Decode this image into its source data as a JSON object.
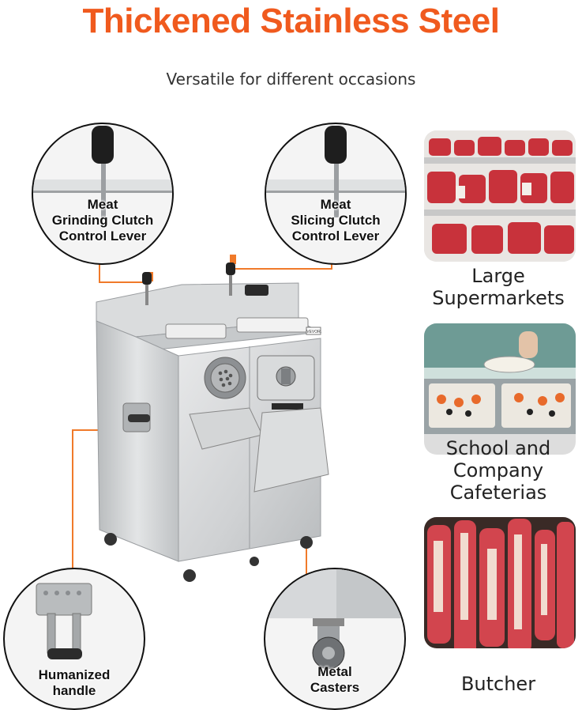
{
  "header": {
    "title": "Thickened Stainless Steel",
    "subtitle": "Versatile for different occasions"
  },
  "callouts": {
    "grinding_lever": {
      "line1": "Meat",
      "line2": "Grinding Clutch",
      "line3": "Control Lever"
    },
    "slicing_lever": {
      "line1": "Meat",
      "line2": "Slicing Clutch",
      "line3": "Control Lever"
    },
    "handle": {
      "line1": "Humanized",
      "line2": "handle"
    },
    "casters": {
      "line1": "Metal",
      "line2": "Casters"
    }
  },
  "occasions": [
    {
      "line1": "Large",
      "line2": "Supermarkets",
      "line3": ""
    },
    {
      "line1": "School and",
      "line2": "Company",
      "line3": "Cafeterias"
    },
    {
      "line1": "Butcher",
      "line2": "",
      "line3": ""
    }
  ],
  "machine": {
    "brand_plate": "VEVOR"
  },
  "colors": {
    "accent": "#f05a1e",
    "connector": "#f07a2a",
    "steel": "#c9ccce",
    "text": "#111111"
  },
  "icons": [
    "lever-knob-icon",
    "meat-grinder-plate-icon",
    "caster-wheel-icon",
    "handle-icon"
  ]
}
